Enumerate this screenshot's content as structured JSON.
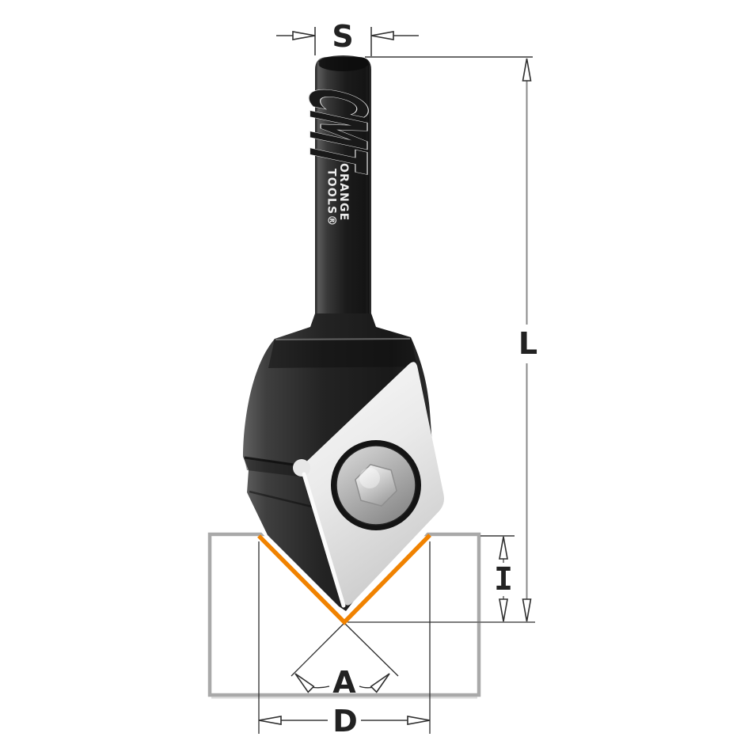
{
  "diagram": {
    "labels": {
      "shank_diameter": "S",
      "overall_length": "L",
      "cutting_depth": "I",
      "angle": "A",
      "cutting_diameter": "D"
    },
    "brand": {
      "logo": "CMT",
      "name_line1": "ORANGE",
      "name_line2": "TOOLS®"
    },
    "colors": {
      "cutting_edge": "#F08200",
      "body": "#242424",
      "insert": "#ECECEC",
      "workpiece_outline": "#A9A9A9",
      "dimension_lines": "#3A3A3A",
      "label_text": "#222222"
    }
  }
}
